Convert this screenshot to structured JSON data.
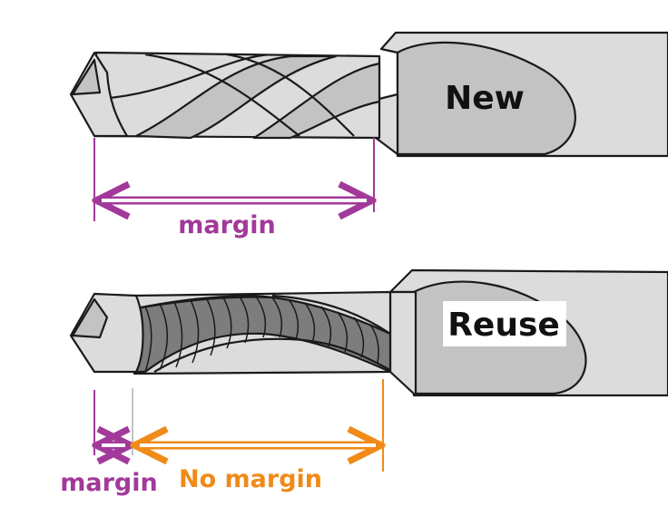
{
  "labels": {
    "new": "New",
    "reuse": "Reuse",
    "margin_top": "margin",
    "margin_bottom": "margin",
    "no_margin": "No margin"
  },
  "colors": {
    "margin": "#a2399a",
    "no_margin": "#f08a18",
    "drill_fill": "#dcdcdc",
    "drill_shade": "#c3c3c3",
    "worn_band": "#7d7d7d",
    "outline": "#1a1a1a"
  }
}
